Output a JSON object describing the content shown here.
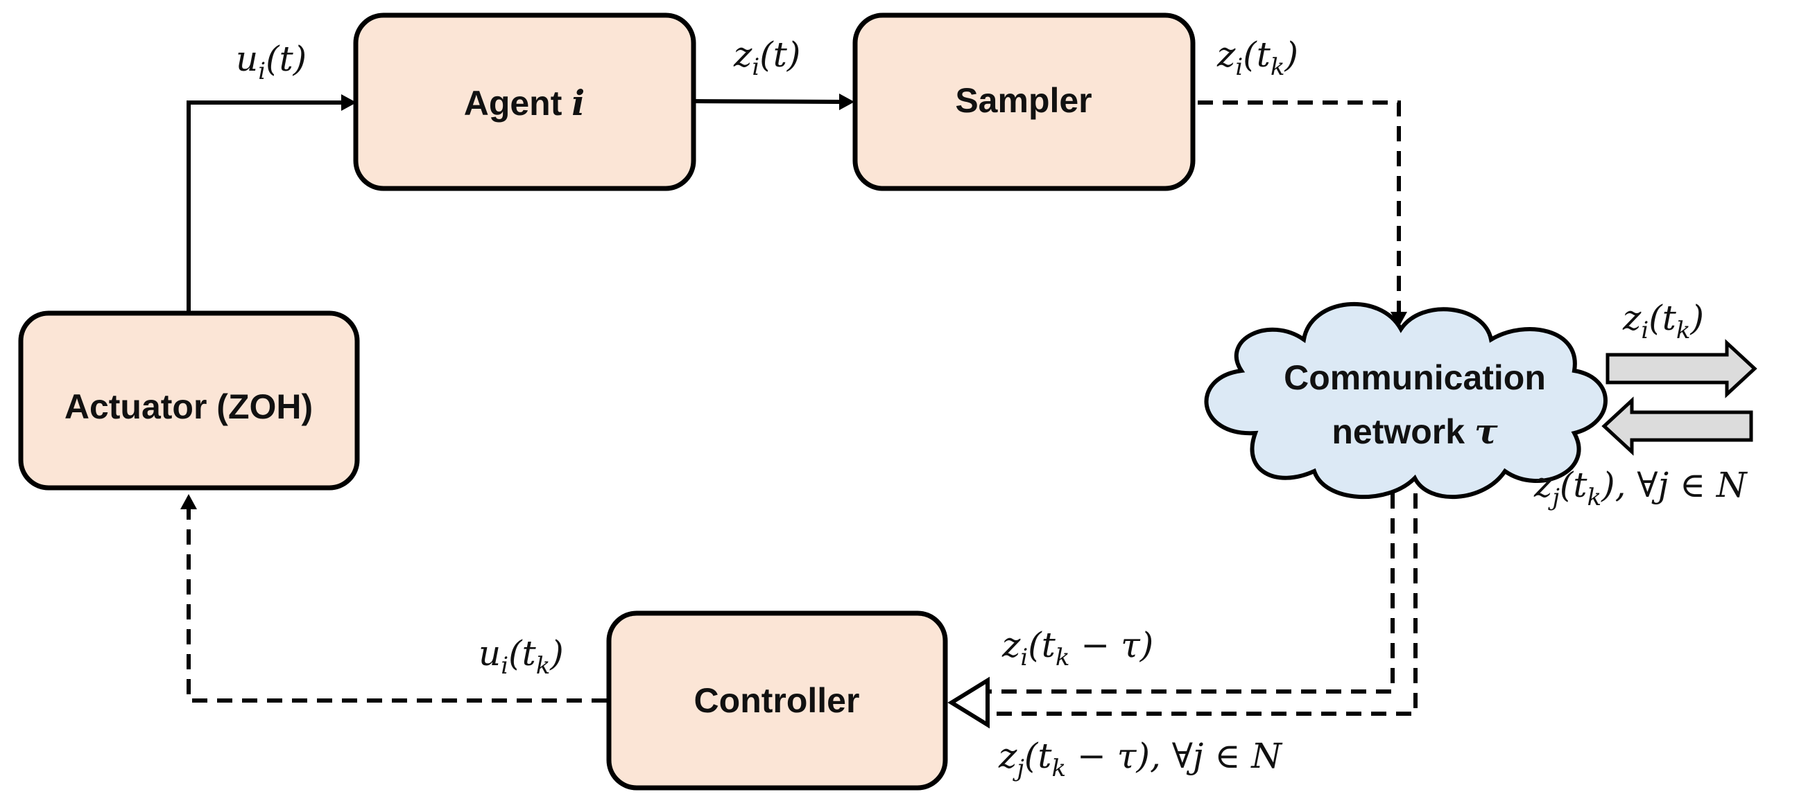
{
  "colors": {
    "block_fill": "#fbe5d6",
    "cloud_fill": "#dce9f5",
    "stroke": "#000000",
    "big_arrow_fill": "#dcdcdc"
  },
  "blocks": {
    "agent": {
      "label": "Agent ",
      "math": "i"
    },
    "sampler": {
      "label": "Sampler"
    },
    "actuator": {
      "label": "Actuator (ZOH)"
    },
    "controller": {
      "label": "Controller"
    }
  },
  "cloud": {
    "line1": "Communication",
    "line2": "network ",
    "tau": "τ"
  },
  "signals": {
    "u_t": {
      "base": "u",
      "sub": "i",
      "rest": "(t)"
    },
    "z_t": {
      "base": "z",
      "sub": "i",
      "rest": "(t)"
    },
    "z_tk_top": {
      "base": "z",
      "sub": "i",
      "open": "(t",
      "sub2": "k",
      "close": ")"
    },
    "z_tk_right": {
      "base": "z",
      "sub": "i",
      "open": "(t",
      "sub2": "k",
      "close": ")"
    },
    "zj_tk_right": {
      "base": "z",
      "sub": "j",
      "open": "(t",
      "sub2": "k",
      "close": "), ∀j ∈ N"
    },
    "z_tk_tau": {
      "base": "z",
      "sub": "i",
      "open": "(t",
      "sub2": "k",
      "close": " − τ)"
    },
    "zj_tk_tau": {
      "base": "z",
      "sub": "j",
      "open": "(t",
      "sub2": "k",
      "close": " − τ), ∀j ∈ N"
    },
    "u_tk": {
      "base": "u",
      "sub": "i",
      "open": "(t",
      "sub2": "k",
      "close": ")"
    }
  }
}
